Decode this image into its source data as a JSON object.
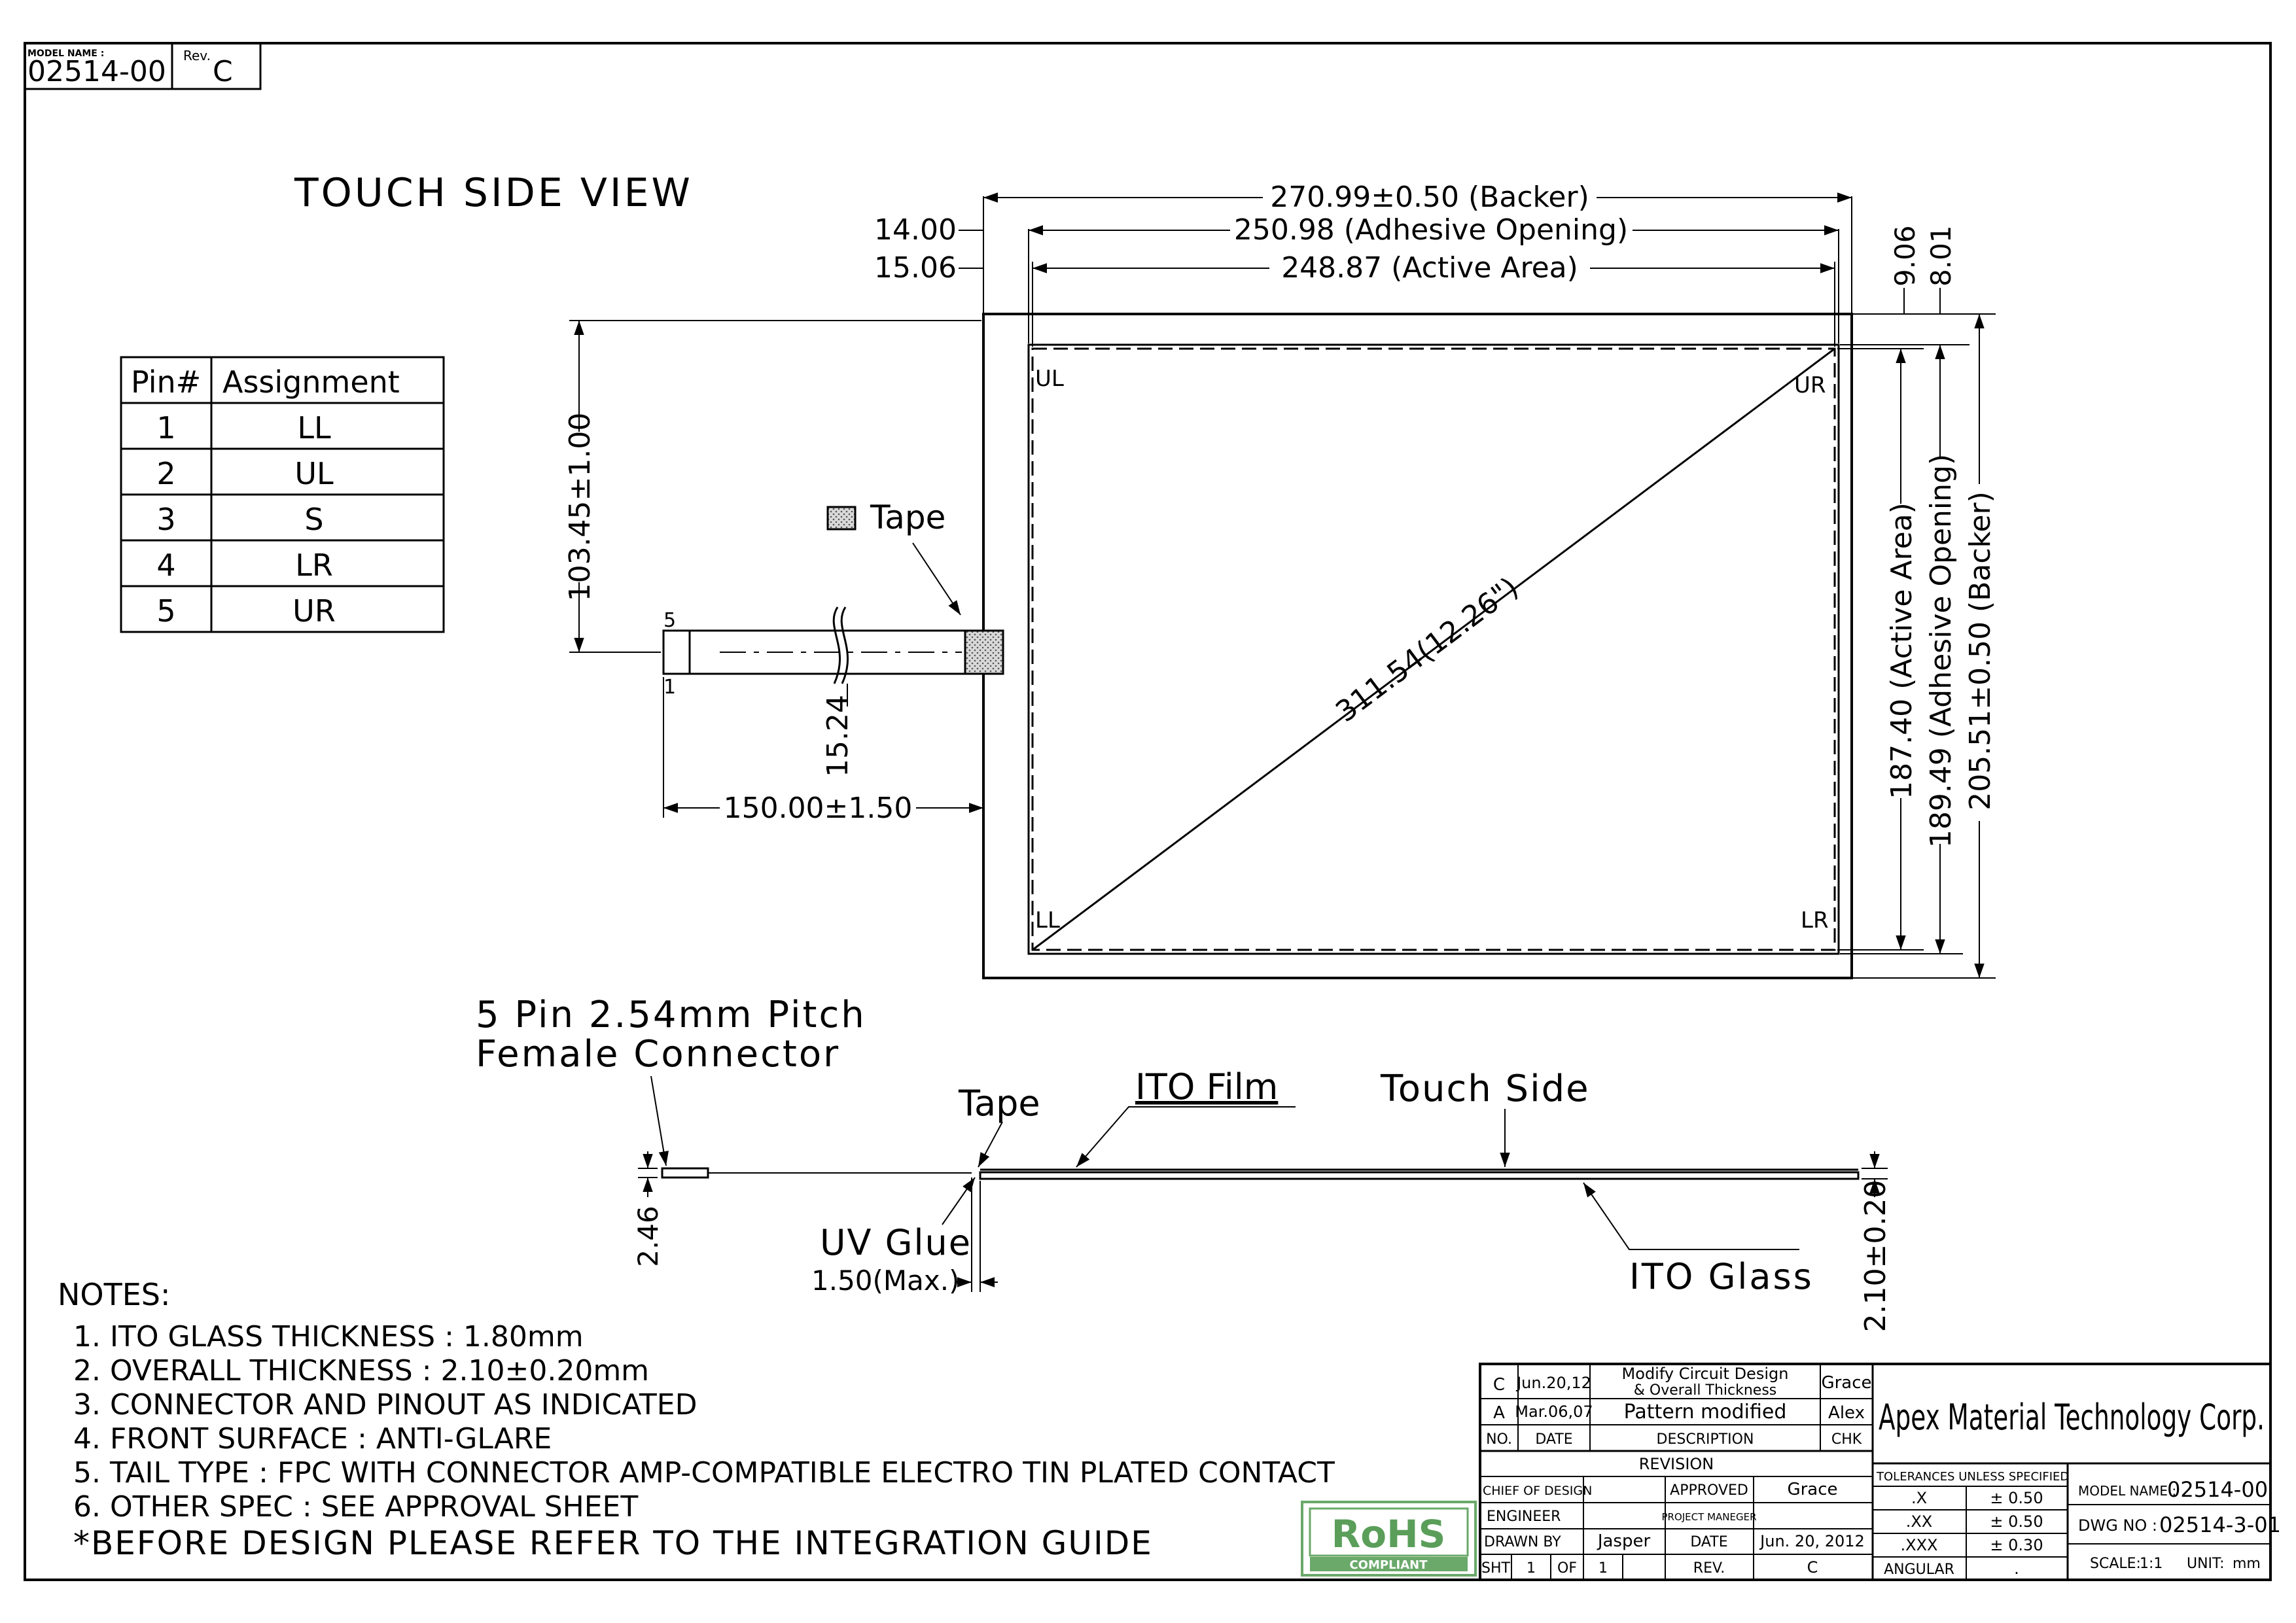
{
  "model_box": {
    "model_label": "MODEL NAME :",
    "model_value": "02514-00",
    "rev_label": "Rev.",
    "rev_value": "C"
  },
  "view_title": "TOUCH SIDE VIEW",
  "pin_table": {
    "headers": [
      "Pin#",
      "Assignment"
    ],
    "rows": [
      {
        "pin": "1",
        "assignment": "LL"
      },
      {
        "pin": "2",
        "assignment": "UL"
      },
      {
        "pin": "3",
        "assignment": "S"
      },
      {
        "pin": "4",
        "assignment": "LR"
      },
      {
        "pin": "5",
        "assignment": "UR"
      }
    ]
  },
  "dims": {
    "backer_w": "270.99±0.50 (Backer)",
    "adhesive_w": "250.98 (Adhesive Opening)",
    "active_w": "248.87 (Active Area)",
    "left_14": "14.00",
    "left_1506": "15.06",
    "right_906": "9.06",
    "right_801": "8.01",
    "tail_height": "103.45±1.00",
    "tail_length": "150.00±1.50",
    "tail_width": "15.24",
    "diagonal": "311.54(12.26\")",
    "active_h": "187.40 (Active Area)",
    "adhesive_h": "189.49 (Adhesive Opening)",
    "backer_h": "205.51±0.50 (Backer)",
    "conn_thk": "2.46",
    "glue_max": "1.50(Max.)",
    "total_thk": "2.10±0.20"
  },
  "corners": {
    "ul": "UL",
    "ur": "UR",
    "ll": "LL",
    "lr": "LR"
  },
  "tail_pins": {
    "top": "5",
    "bottom": "1"
  },
  "tape_label": "Tape",
  "side_view": {
    "connector_line1": "5 Pin 2.54mm Pitch",
    "connector_line2": "Female Connector",
    "tape": "Tape",
    "ito_film": "ITO Film",
    "touch_side": "Touch Side",
    "uv_glue": "UV Glue",
    "ito_glass": "ITO Glass"
  },
  "notes": {
    "title": "NOTES:",
    "items": [
      "1. ITO GLASS THICKNESS : 1.80mm",
      "2. OVERALL THICKNESS : 2.10±0.20mm",
      "3. CONNECTOR AND PINOUT AS INDICATED",
      "4. FRONT SURFACE : ANTI-GLARE",
      "5. TAIL TYPE : FPC WITH CONNECTOR AMP-COMPATIBLE  ELECTRO TIN PLATED CONTACT",
      "6. OTHER SPEC : SEE APPROVAL SHEET",
      "*BEFORE DESIGN PLEASE REFER TO THE INTEGRATION GUIDE"
    ]
  },
  "rohs": {
    "logo": "RoHS",
    "sub": "COMPLIANT"
  },
  "title_block": {
    "revisions": [
      {
        "no": "C",
        "date": "Jun.20,12",
        "desc1": "Modify Circuit Design",
        "desc2": "& Overall Thickness",
        "chk": "Grace"
      },
      {
        "no": "A",
        "date": "Mar.06,07",
        "desc": "Pattern modified",
        "chk": "Alex"
      }
    ],
    "rev_headers": {
      "no": "NO.",
      "date": "DATE",
      "desc": "DESCRIPTION",
      "chk": "CHK"
    },
    "revision_label": "REVISION",
    "chief_label": "CHIEF OF DESIGN",
    "approved_label": "APPROVED",
    "approved_value": "Grace",
    "engineer_label": "ENGINEER",
    "pm_label": "PROJECT MANEGER",
    "drawn_label": "DRAWN BY",
    "drawn_value": "Jasper",
    "date_label": "DATE",
    "date_value": "Jun. 20, 2012",
    "sht": "SHT",
    "sht_num": "1",
    "of": "OF",
    "of_num": "1",
    "rev_label": "REV.",
    "rev_value": "C",
    "company": "Apex Material Technology Corp.",
    "tol_title": "TOLERANCES UNLESS SPECIFIED",
    "tolerances": [
      {
        "k": ".X",
        "v": "± 0.50"
      },
      {
        "k": ".XX",
        "v": "± 0.50"
      },
      {
        "k": ".XXX",
        "v": "± 0.30"
      },
      {
        "k": "ANGULAR",
        "v": "."
      }
    ],
    "model_label": "MODEL NAME :",
    "model_value": "02514-00",
    "dwg_label": "DWG NO :",
    "dwg_value": "02514-3-01",
    "scale_label": "SCALE:",
    "scale_value": "1:1",
    "unit_label": "UNIT:",
    "unit_value": "mm"
  }
}
